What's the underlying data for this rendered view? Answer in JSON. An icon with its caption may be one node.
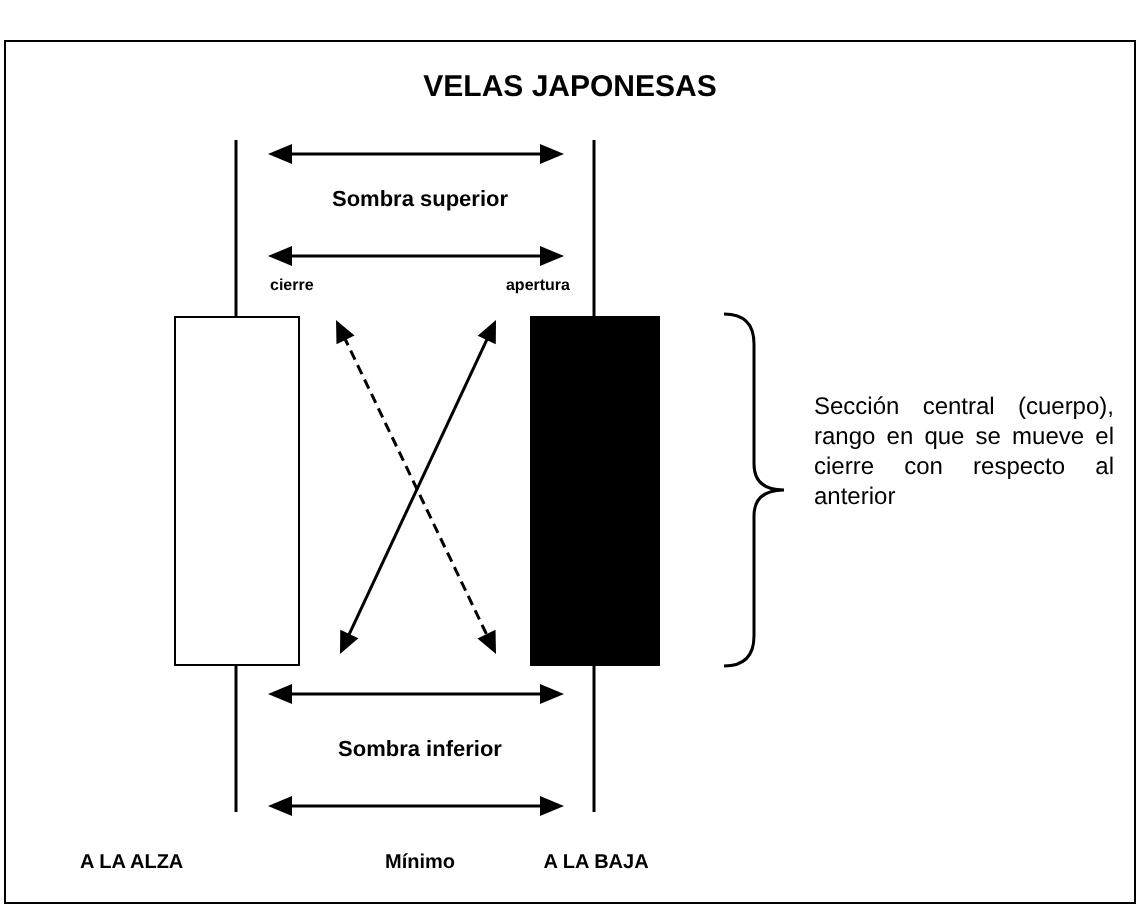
{
  "diagram": {
    "title": "VELAS JAPONESAS",
    "nodes": [
      {
        "text": [],
        "shape": "box"
      },
      {
        "text": [],
        "shape": "box"
      }
    ],
    "labels": [
      "Sombra superior",
      "cierre",
      "apertura",
      "Sección central (cuerpo), rango en que se mueve el cierre con respecto al anterior",
      "Sombra inferior",
      "A LA ALZA",
      "Mínimo",
      "A LA BAJA"
    ]
  }
}
